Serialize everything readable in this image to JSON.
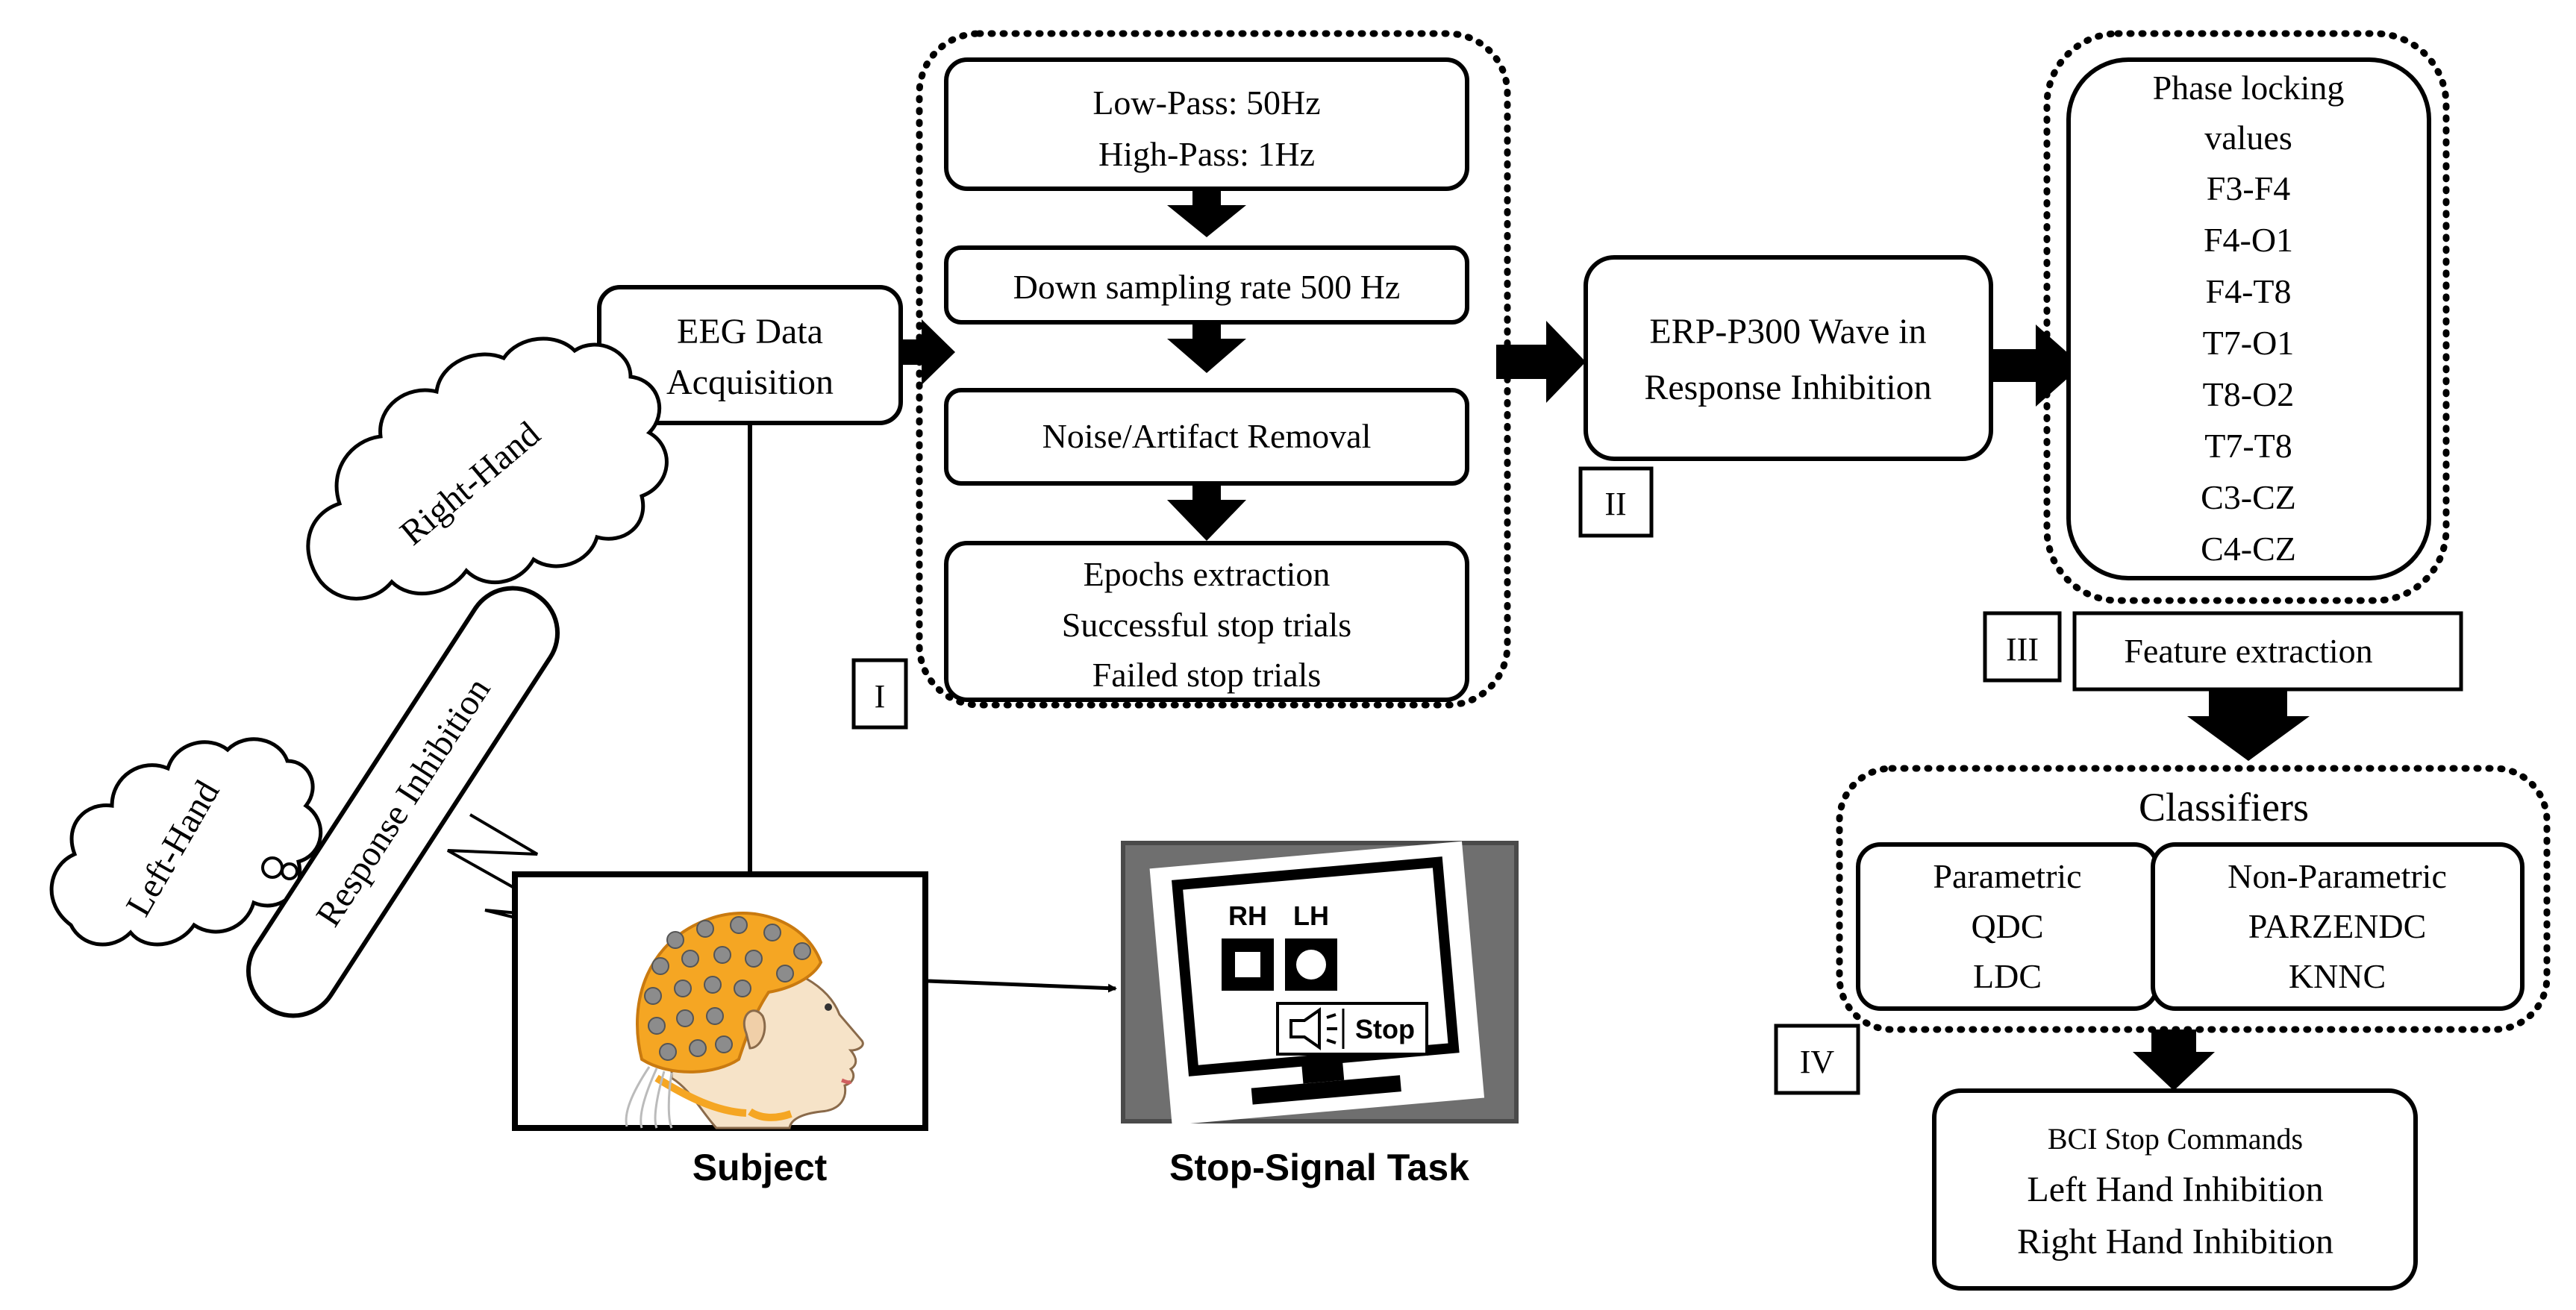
{
  "colors": {
    "stroke": "#000000",
    "cap": "#f5a623",
    "cap_dark": "#c97a10",
    "electrode": "#8c8c8c",
    "skin": "#f6e3c8",
    "monitor_bg": "#6f6f6f"
  },
  "stage_I": {
    "marker": "I",
    "filter_line1": "Low-Pass: 50Hz",
    "filter_line2": "High-Pass: 1Hz",
    "downsampling": "Down sampling rate 500 Hz",
    "noise_removal": "Noise/Artifact Removal",
    "epochs_line1": "Epochs extraction",
    "epochs_line2": "Successful stop trials",
    "epochs_line3": "Failed stop trials"
  },
  "acquisition": {
    "line1": "EEG Data",
    "line2": "Acquisition"
  },
  "stage_II": {
    "marker": "II",
    "line1": "ERP-P300 Wave in",
    "line2": "Response Inhibition"
  },
  "stage_III": {
    "marker": "III",
    "plv_title_line1": "Phase locking",
    "plv_title_line2": "values",
    "pairs": [
      "F3-F4",
      "F4-O1",
      "F4-T8",
      "T7-O1",
      "T8-O2",
      "T7-T8",
      "C3-CZ",
      "C4-CZ"
    ],
    "feature_extraction": "Feature extraction"
  },
  "stage_IV": {
    "marker": "IV",
    "title": "Classifiers",
    "parametric": [
      "Parametric",
      "QDC",
      "LDC"
    ],
    "non_parametric": [
      "Non-Parametric",
      "PARZENDC",
      "KNNC"
    ]
  },
  "output": {
    "line1": "BCI Stop Commands",
    "line2": "Left Hand Inhibition",
    "line3": "Right Hand Inhibition"
  },
  "thoughts": {
    "right_hand": "Right-Hand",
    "left_hand": "Left-Hand",
    "response_inhibition": "Response Inhibition"
  },
  "subject": {
    "caption": "Subject"
  },
  "task": {
    "caption": "Stop-Signal Task",
    "rh": "RH",
    "lh": "LH",
    "stop": "Stop"
  }
}
